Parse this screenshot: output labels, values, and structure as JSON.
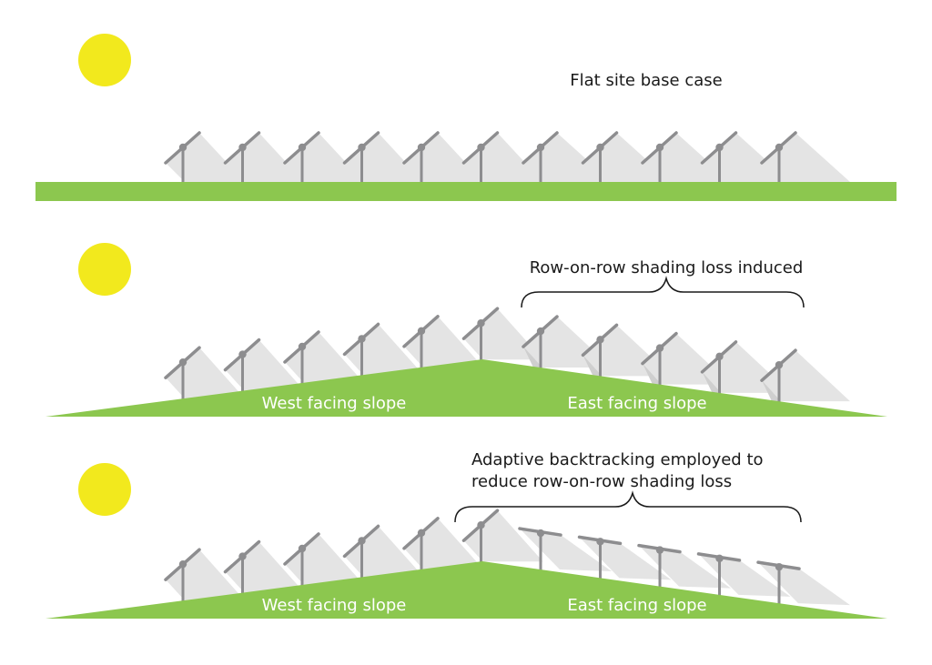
{
  "colors": {
    "sun": "#f2e91d",
    "ground": "#8cc74f",
    "shade": "#e4e4e4",
    "shade_dark": "#cfcfcf",
    "panel": "#8d8d8f",
    "post": "#8d8d8f",
    "text": "#1a1a1a",
    "slope_text": "#ffffff"
  },
  "icons": [
    "sun-icon",
    "tracker-icon"
  ],
  "scenarios": [
    {
      "id": "flat",
      "title": "Flat site base case",
      "terrain": "flat",
      "rows": 11,
      "backtracking": false,
      "bracket": false
    },
    {
      "id": "sloped",
      "annotation_lines": [
        "Row-on-row shading loss induced"
      ],
      "terrain": "ridge",
      "rows": 11,
      "backtracking": false,
      "bracket": true,
      "slope_labels": {
        "west": "West facing slope",
        "east": "East facing slope"
      }
    },
    {
      "id": "backtracking",
      "annotation_lines": [
        "Adaptive backtracking employed to",
        "reduce row-on-row shading loss"
      ],
      "terrain": "ridge",
      "rows": 11,
      "backtracking": true,
      "bracket": true,
      "slope_labels": {
        "west": "West facing slope",
        "east": "East facing slope"
      }
    }
  ]
}
